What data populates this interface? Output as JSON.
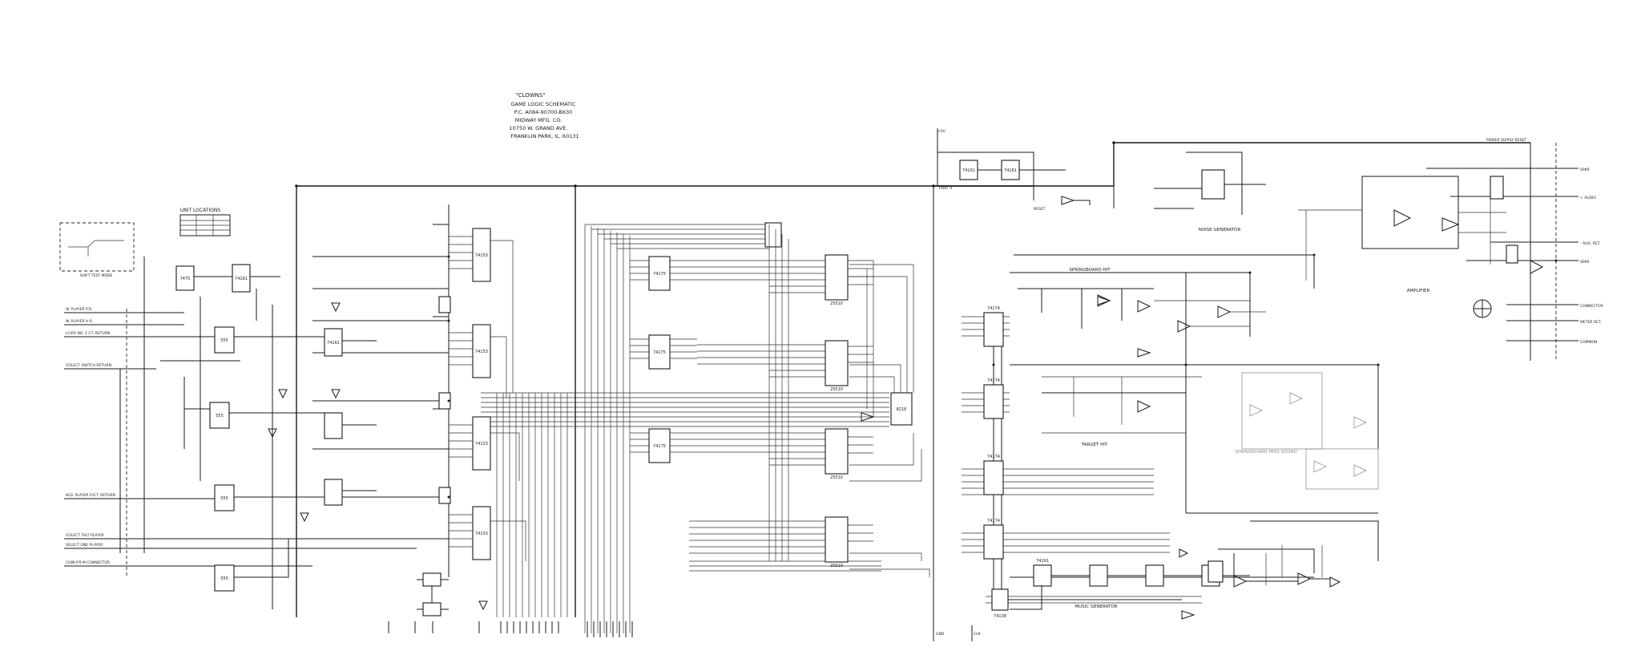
{
  "title_block": {
    "line1": "\"CLOWNS\"",
    "line2": "GAME LOGIC SCHEMATIC",
    "line3": "P.C. A084-90700-B630",
    "line4": "MIDWAY MFG. CO.",
    "line5": "10750 W. GRAND AVE.",
    "line6": "FRANKLIN PARK, IL. 60131"
  },
  "section_labels": {
    "unit_locations": "UNIT LOCATIONS",
    "shift_test_mode": "SHIFT TEST MODE",
    "noise_generator": "NOISE GENERATOR",
    "springboard_hit": "SPRINGBOARD HIT",
    "amplifier": "AMPLIFIER",
    "target_hit": "TARGET HIT",
    "springboard_miss_sound": "SPRINGBOARD MISS SOUND",
    "music_generator": "MUSIC GENERATOR",
    "power_supply_reset": "POWER SUPPLY RESET"
  },
  "left_inputs": [
    "W. PLAYER P.D.",
    "W. PLAYER H.R.",
    "LC/RV NO. 1 CT. RETURN",
    "COLECT SWITCH RETURN",
    "W.D. PLAYER P.D.T. RETURN",
    "COLECT TALT PLAYER",
    "SELECT ONE PLAYER",
    "COIN-P.R.M CONNECTOR"
  ],
  "right_outputs": [
    "SPKR",
    "+ AUDIO",
    "- AUD. RET.",
    "SPKR",
    "CONNECTOR",
    "METER RET.",
    "COMMON"
  ],
  "ic_labels": {
    "u7475": "7475",
    "u74161_a": "74161",
    "u74161_b": "74161",
    "u555_a": "555",
    "u555_b": "555",
    "u555_c": "555",
    "u555_d": "555",
    "u74153_a": "74153",
    "u74153_b": "74153",
    "u74153_c": "74153",
    "u74153_d": "74153",
    "u74175_a": "74175",
    "u74175_b": "74175",
    "u74175_c": "74175",
    "u25510_a": "25510",
    "u25510_b": "25510",
    "u25510_c": "25510",
    "u25510_d": "25510",
    "u74174_a": "74174",
    "u74174_b": "74174",
    "u74174_c": "74174",
    "u74174_d": "74174",
    "u74161_c": "74161",
    "u74161_d": "74161",
    "u74161_e": "74161",
    "u8216": "8216",
    "u74138": "74138"
  },
  "misc": {
    "rail_5v": "+5V",
    "ground": "GND",
    "reset": "RESET",
    "clk": "CLK",
    "port4": "PORT 4"
  }
}
